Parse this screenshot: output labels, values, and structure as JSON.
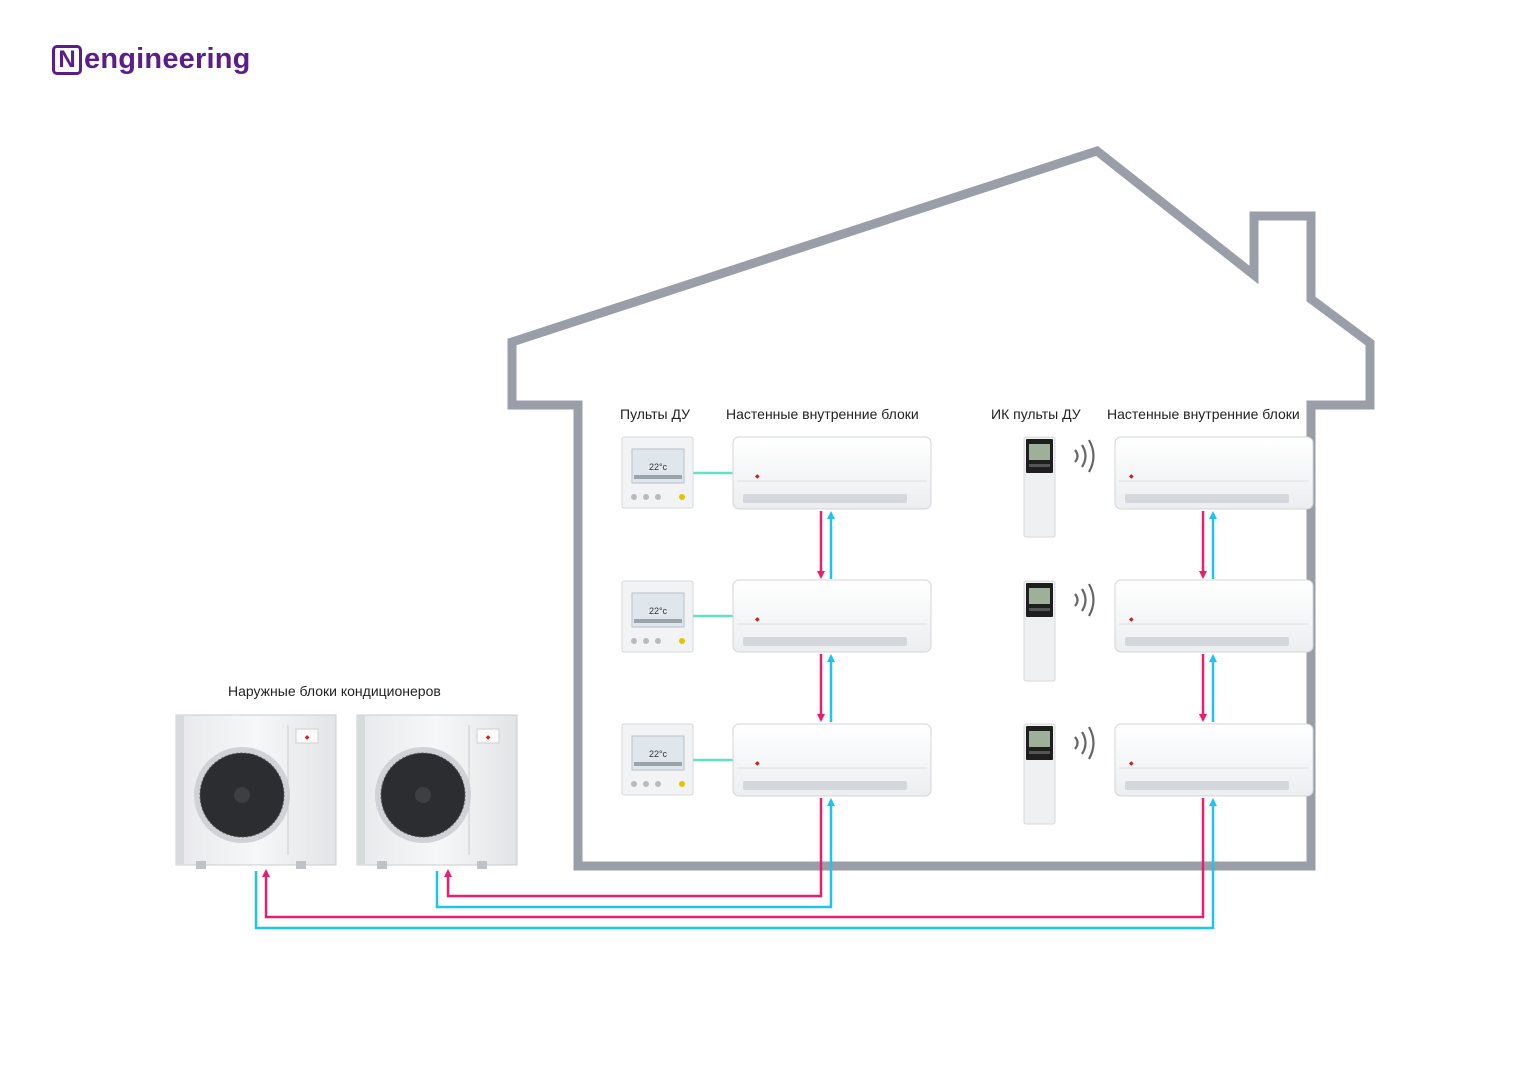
{
  "logo": {
    "mark": "N",
    "text": "engineering"
  },
  "labels": {
    "remotes": "Пульты ДУ",
    "wall_units_left": "Настенные внутренние блоки",
    "ir_remotes": "ИК пульты ДУ",
    "wall_units_right": "Настенные внутренние блоки",
    "outdoor_units": "Наружные блоки кондиционеров"
  },
  "colors": {
    "house_outline": "#9a9ea8",
    "pipe_liquid": "#e6206e",
    "pipe_gas": "#1fc4ec",
    "control_wire": "#5fe3c4",
    "brand": "#5b1d8c"
  },
  "icons": {
    "wired_remote": "wired-remote-controller-icon",
    "ir_remote": "ir-remote-icon",
    "signal": "wireless-signal-icon",
    "indoor_unit": "wall-mounted-indoor-unit-icon",
    "outdoor_unit": "outdoor-unit-icon"
  }
}
